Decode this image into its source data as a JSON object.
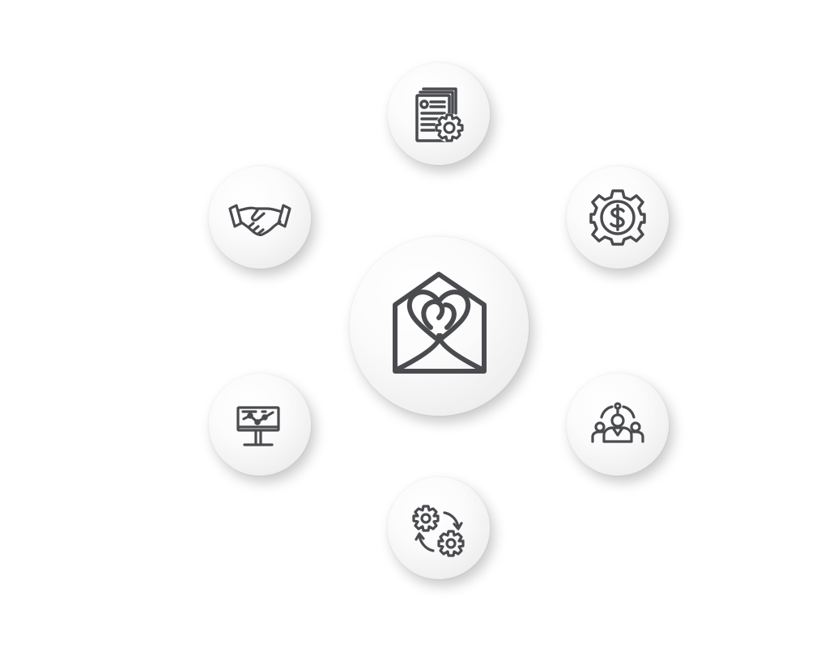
{
  "diagram": {
    "center": {
      "icon": "house-heart-logo-icon"
    },
    "satellites": [
      {
        "id": "n-doc",
        "icon": "document-gear-icon"
      },
      {
        "id": "n-money",
        "icon": "dollar-gear-icon"
      },
      {
        "id": "n-team",
        "icon": "team-network-icon"
      },
      {
        "id": "n-process",
        "icon": "gears-cycle-icon"
      },
      {
        "id": "n-chart",
        "icon": "monitor-chart-icon"
      },
      {
        "id": "n-hand",
        "icon": "handshake-icon"
      }
    ],
    "colors": {
      "icon": "#4a4b4f",
      "circle_light": "#ffffff",
      "circle_dark": "#e2e2e2",
      "background": "#ffffff"
    }
  }
}
